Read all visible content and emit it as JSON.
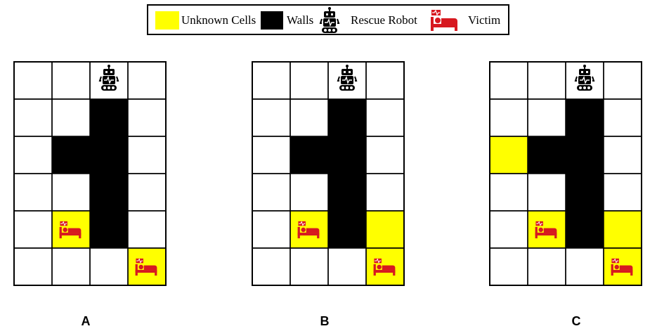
{
  "colors": {
    "unknown": "#ffff00",
    "wall": "#000000",
    "free": "#ffffff",
    "victim": "#d71920",
    "robot": "#000000"
  },
  "legend": {
    "items": [
      {
        "label": "Unknown Cells",
        "icon": "yellow-square-icon"
      },
      {
        "label": "Walls",
        "icon": "black-square-icon"
      },
      {
        "label": "Rescue Robot",
        "icon": "robot-icon"
      },
      {
        "label": "Victim",
        "icon": "hospital-bed-icon"
      }
    ]
  },
  "panels": [
    {
      "label": "A",
      "rows": 6,
      "cols": 4,
      "walls": [
        [
          1,
          2
        ],
        [
          2,
          1
        ],
        [
          2,
          2
        ],
        [
          3,
          2
        ],
        [
          4,
          2
        ]
      ],
      "unknown": [
        [
          4,
          1
        ],
        [
          5,
          3
        ]
      ],
      "victims": [
        [
          4,
          1
        ],
        [
          5,
          3
        ]
      ],
      "robot": [
        0,
        2
      ]
    },
    {
      "label": "B",
      "rows": 6,
      "cols": 4,
      "walls": [
        [
          1,
          2
        ],
        [
          2,
          1
        ],
        [
          2,
          2
        ],
        [
          3,
          2
        ],
        [
          4,
          2
        ]
      ],
      "unknown": [
        [
          4,
          1
        ],
        [
          4,
          3
        ],
        [
          5,
          3
        ]
      ],
      "victims": [
        [
          4,
          1
        ],
        [
          5,
          3
        ]
      ],
      "robot": [
        0,
        2
      ]
    },
    {
      "label": "C",
      "rows": 6,
      "cols": 4,
      "walls": [
        [
          1,
          2
        ],
        [
          2,
          1
        ],
        [
          2,
          2
        ],
        [
          3,
          2
        ],
        [
          4,
          2
        ]
      ],
      "unknown": [
        [
          2,
          0
        ],
        [
          4,
          1
        ],
        [
          4,
          3
        ],
        [
          5,
          3
        ]
      ],
      "victims": [
        [
          4,
          1
        ],
        [
          5,
          3
        ]
      ],
      "robot": [
        0,
        2
      ]
    }
  ]
}
